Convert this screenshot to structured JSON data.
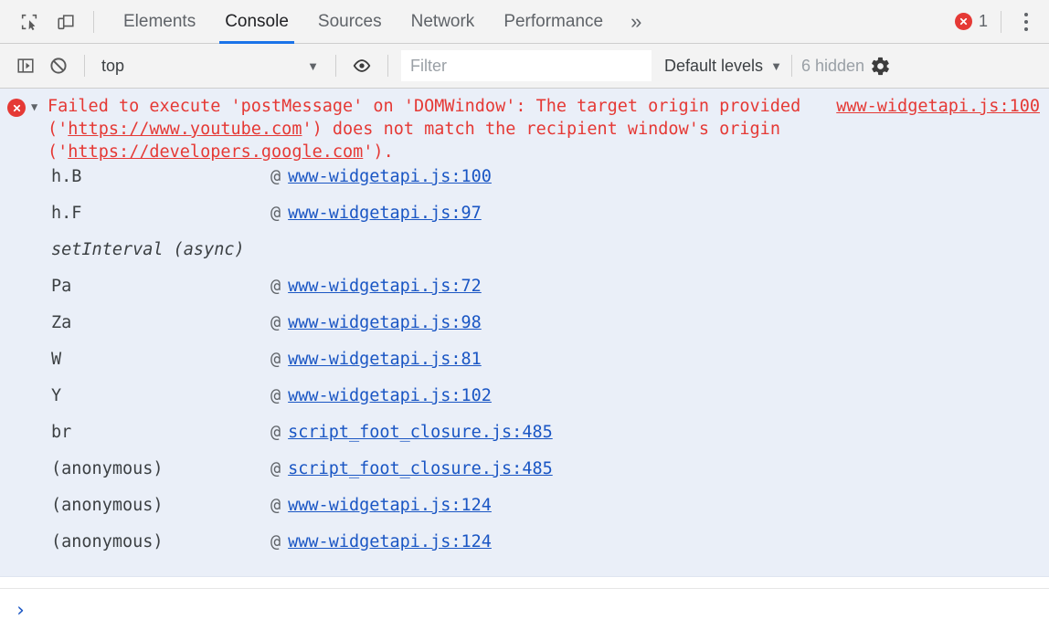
{
  "toolbar": {
    "inspect_icon": "inspect-element-icon",
    "device_icon": "device-toolbar-icon",
    "tabs": [
      {
        "label": "Elements",
        "active": false
      },
      {
        "label": "Console",
        "active": true
      },
      {
        "label": "Sources",
        "active": false
      },
      {
        "label": "Network",
        "active": false
      },
      {
        "label": "Performance",
        "active": false
      }
    ],
    "more_tabs_label": "»",
    "error_count": "1",
    "error_icon": "error-circle-icon",
    "menu_icon": "kebab-menu-icon"
  },
  "filterbar": {
    "sidebar_icon": "console-sidebar-toggle-icon",
    "clear_icon": "clear-console-icon",
    "context": "top",
    "context_caret": "▼",
    "eye_icon": "live-expression-eye-icon",
    "filter_placeholder": "Filter",
    "filter_value": "",
    "levels_label": "Default levels",
    "levels_caret": "▼",
    "hidden_label": "6 hidden",
    "settings_icon": "settings-gear-icon"
  },
  "message": {
    "level": "error",
    "disclosure": "▼",
    "text_part1": "Failed to execute 'postMessage' on 'DOMWindow': The target origin provided ('",
    "url1": "https://www.youtube.com",
    "text_part2": "') does not match the recipient window's origin ('",
    "url2": "https://developers.google.com",
    "text_part3": "').",
    "source": "www-widgetapi.js:100",
    "stack": [
      {
        "fn": "h.B",
        "at": "@",
        "link": "www-widgetapi.js:100",
        "async": false
      },
      {
        "fn": "h.F",
        "at": "@",
        "link": "www-widgetapi.js:97",
        "async": false
      },
      {
        "fn": "setInterval (async)",
        "at": "",
        "link": "",
        "async": true
      },
      {
        "fn": "Pa",
        "at": "@",
        "link": "www-widgetapi.js:72",
        "async": false
      },
      {
        "fn": "Za",
        "at": "@",
        "link": "www-widgetapi.js:98",
        "async": false
      },
      {
        "fn": "W",
        "at": "@",
        "link": "www-widgetapi.js:81",
        "async": false
      },
      {
        "fn": "Y",
        "at": "@",
        "link": "www-widgetapi.js:102",
        "async": false
      },
      {
        "fn": "br",
        "at": "@",
        "link": "script_foot_closure.js:485",
        "async": false
      },
      {
        "fn": "(anonymous)",
        "at": "@",
        "link": "script_foot_closure.js:485",
        "async": false
      },
      {
        "fn": "(anonymous)",
        "at": "@",
        "link": "www-widgetapi.js:124",
        "async": false
      },
      {
        "fn": "(anonymous)",
        "at": "@",
        "link": "www-widgetapi.js:124",
        "async": false
      }
    ]
  },
  "prompt": {
    "chevron": "›",
    "value": ""
  },
  "colors": {
    "error_red": "#e53935",
    "link_blue": "#1a56c4",
    "accent_blue": "#1a73e8",
    "message_bg": "#eaeff8",
    "chrome_bg": "#f3f3f3"
  }
}
